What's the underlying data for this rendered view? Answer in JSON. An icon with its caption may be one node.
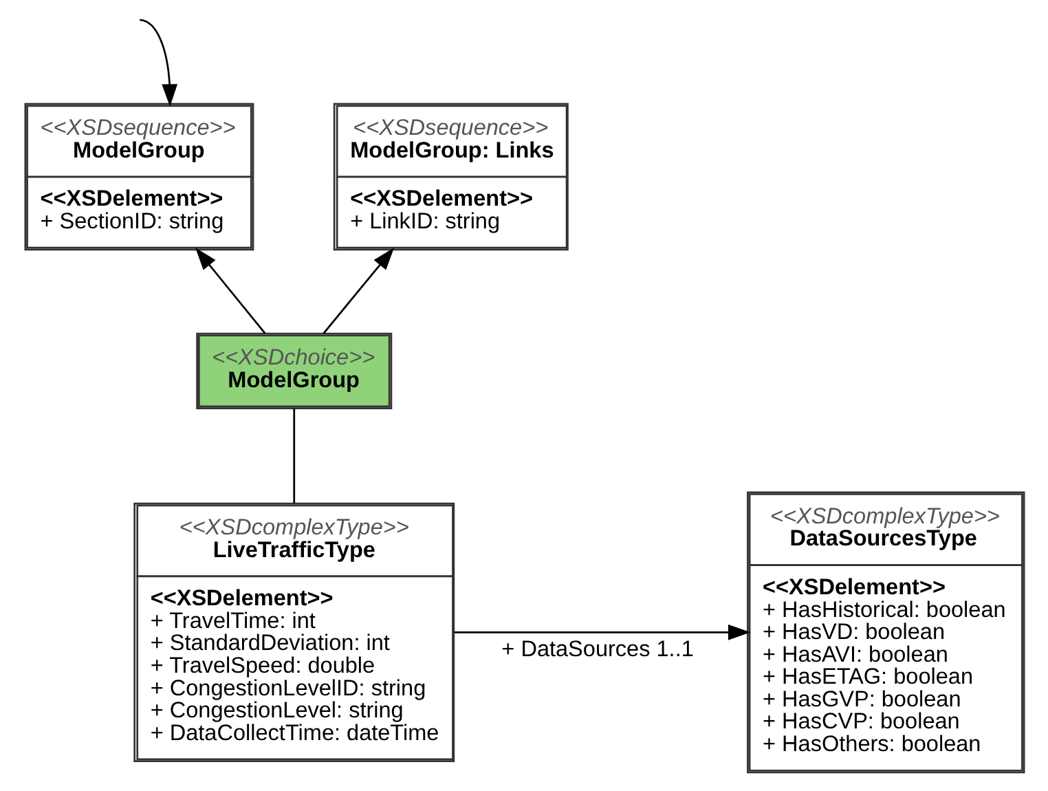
{
  "diagram": {
    "nodes": [
      {
        "text": [
          "<<XSDsequence>>",
          "ModelGroup",
          "<<XSDelement>>",
          "+ SectionID: string"
        ]
      },
      {
        "text": [
          "<<XSDsequence>>",
          "ModelGroup: Links",
          "<<XSDelement>>",
          "+ LinkID: string"
        ]
      },
      {
        "text": [
          "<<XSDchoice>>",
          "ModelGroup"
        ]
      },
      {
        "text": [
          "<<XSDcomplexType>>",
          "LiveTrafficType",
          "<<XSDelement>>",
          "+ TravelTime: int",
          "+ StandardDeviation: int",
          "+ TravelSpeed: double",
          "+ CongestionLevelID: string",
          "+ CongestionLevel: string",
          "+ DataCollectTime: dateTime"
        ]
      },
      {
        "text": [
          "<<XSDcomplexType>>",
          "DataSourcesType",
          "<<XSDelement>>",
          "+ HasHistorical: boolean",
          "+ HasVD: boolean",
          "+ HasAVI: boolean",
          "+ HasETAG: boolean",
          "+ HasGVP: boolean",
          "+ HasCVP: boolean",
          "+ HasOthers: boolean"
        ]
      }
    ],
    "edges": [
      {
        "from": null,
        "to": 0,
        "arrow": "to"
      },
      {
        "from": 2,
        "to": 0,
        "arrow": "to"
      },
      {
        "from": 2,
        "to": 1,
        "arrow": "to"
      },
      {
        "from": 3,
        "to": 2,
        "arrow": "none"
      },
      {
        "from": 3,
        "to": 4,
        "arrow": "to",
        "label": "+ DataSources 1..1"
      }
    ]
  }
}
